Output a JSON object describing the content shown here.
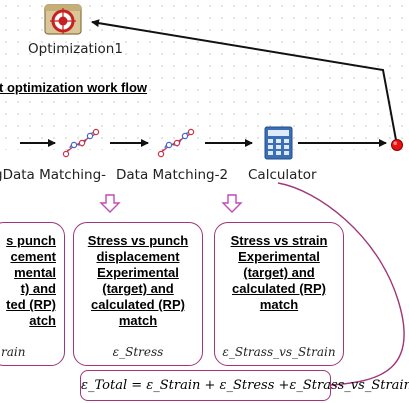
{
  "workflow": {
    "heading": "t optimization work flow",
    "nodes": [
      {
        "label": "Optimization1",
        "icon": "optimization-icon"
      },
      {
        "label": "gData Matching-",
        "icon": "data-matching-icon"
      },
      {
        "label": "Data Matching-2",
        "icon": "data-matching-icon"
      },
      {
        "label": "Calculator",
        "icon": "calculator-icon"
      }
    ],
    "end_icon": "end-node-icon"
  },
  "boxes": [
    {
      "title": "s punch\ncement\nmental\nt) and\nted (RP)\natch",
      "epsilon": "rain"
    },
    {
      "title": "Stress vs punch\ndisplacement\nExperimental\n(target) and\ncalculated (RP)\nmatch",
      "epsilon": "ε_Stress"
    },
    {
      "title": "Stress vs strain\nExperimental\n(target) and\ncalculated (RP)\nmatch",
      "epsilon": "ε_Strass_vs_Strain"
    }
  ],
  "equation": "ε_Total = ε_Strain + ε_Stress +ε_Strass_vs_Strain",
  "colors": {
    "accent": "#a0357a",
    "arrow": "#111111",
    "down_arrow": "#c04ab6",
    "end_dot": "#e81010",
    "calculator_blue": "#3a6fb5"
  }
}
